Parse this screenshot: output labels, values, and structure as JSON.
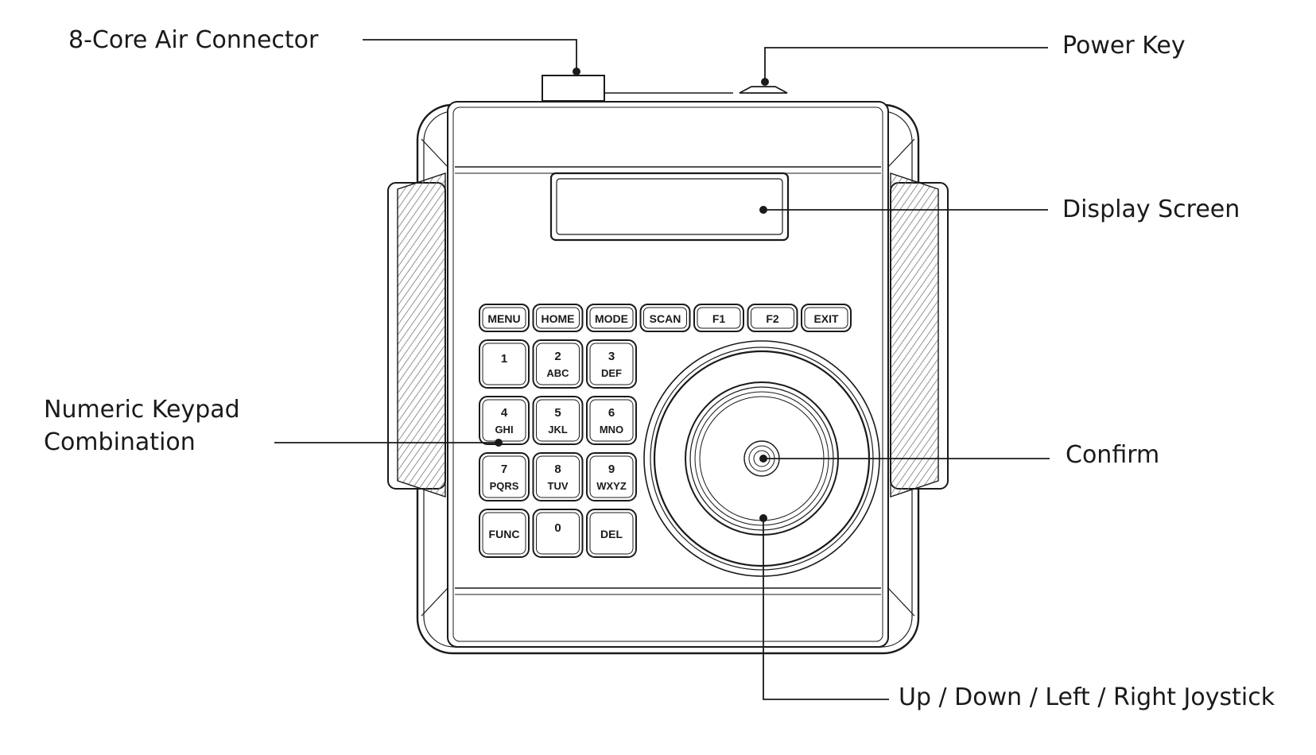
{
  "labels": {
    "connector": "8-Core Air Connector",
    "power_key": "Power Key",
    "display_screen": "Display Screen",
    "keypad_line1": "Numeric Keypad",
    "keypad_line2": "Combination",
    "confirm": "Confirm",
    "joystick": "Up / Down / Left / Right Joystick"
  },
  "function_keys": [
    "MENU",
    "HOME",
    "MODE",
    "SCAN",
    "F1",
    "F2",
    "EXIT"
  ],
  "numeric_keys": [
    {
      "main": "1",
      "sub": ""
    },
    {
      "main": "2",
      "sub": "ABC"
    },
    {
      "main": "3",
      "sub": "DEF"
    },
    {
      "main": "4",
      "sub": "GHI"
    },
    {
      "main": "5",
      "sub": "JKL"
    },
    {
      "main": "6",
      "sub": "MNO"
    },
    {
      "main": "7",
      "sub": "PQRS"
    },
    {
      "main": "8",
      "sub": "TUV"
    },
    {
      "main": "9",
      "sub": "WXYZ"
    },
    {
      "main": "FUNC",
      "sub": ""
    },
    {
      "main": "0",
      "sub": ""
    },
    {
      "main": "DEL",
      "sub": ""
    }
  ],
  "colors": {
    "line": "#1a1a1a",
    "body": "#ffffff",
    "grip": "#8a8a8a"
  }
}
